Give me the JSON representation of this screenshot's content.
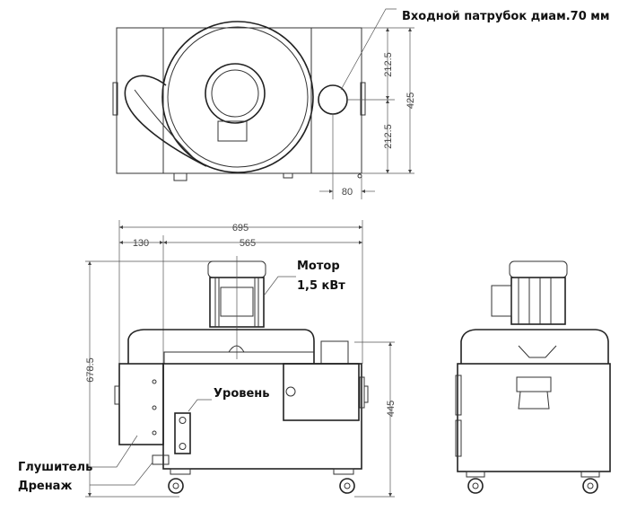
{
  "labels": {
    "inlet": "Входной патрубок диам.70 мм",
    "motor_line1": "Мотор",
    "motor_line2": "1,5 кВт",
    "level": "Уровень",
    "silencer": "Глушитель",
    "drain": "Дренаж"
  },
  "dimensions": {
    "top_half_upper": "212.5",
    "top_half_lower": "212.5",
    "top_depth": "425",
    "inlet_offset": "80",
    "total_width": "695",
    "left_section": "130",
    "main_section": "565",
    "total_height": "678.5",
    "body_height": "445"
  }
}
